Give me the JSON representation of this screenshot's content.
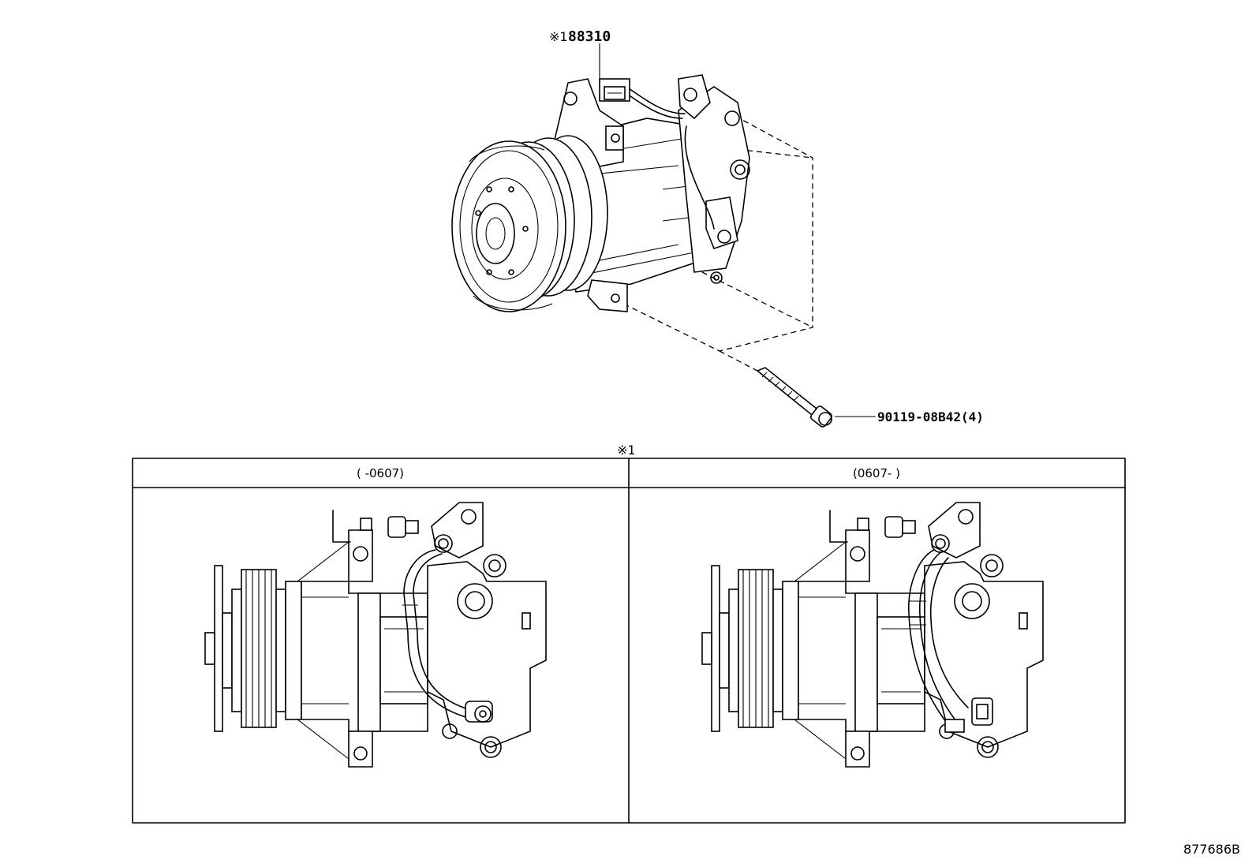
{
  "callouts": {
    "compressor_note": "※1",
    "compressor_part": "88310",
    "bolt_part": "90119-08B42(4)",
    "detail_note": "※1"
  },
  "detail_table": {
    "left_header": "(      -0607)",
    "right_header": "(0607-      )"
  },
  "illustration_code": "877686B",
  "colors": {
    "line": "#000000",
    "background": "#ffffff"
  }
}
